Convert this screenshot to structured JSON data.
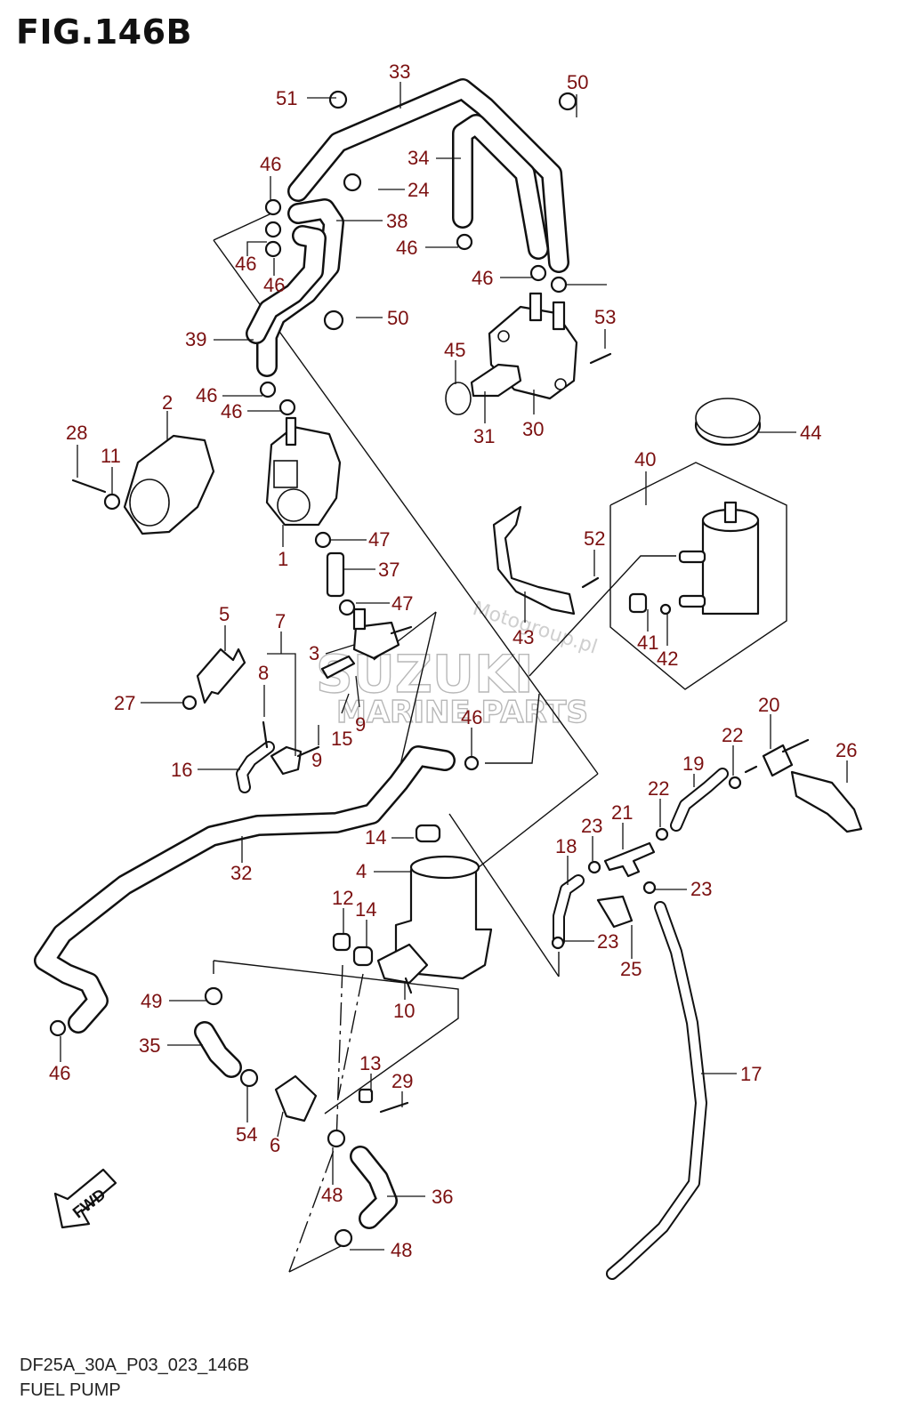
{
  "figure": {
    "title": "FIG.146B",
    "code": "DF25A_30A_P03_023_146B",
    "name": "FUEL PUMP",
    "direction_label": "FWD"
  },
  "watermark": {
    "brand": "SUZUKI",
    "line2": "MARINE PARTS",
    "tag": "Motogroup.pl"
  },
  "colors": {
    "callout": "#7b1010",
    "line": "#111111",
    "watermark": "#b8b8b8"
  },
  "callouts": [
    "51",
    "33",
    "50",
    "34",
    "24",
    "46",
    "38",
    "46",
    "46",
    "46",
    "46",
    "50",
    "53",
    "39",
    "46",
    "46",
    "45",
    "31",
    "30",
    "44",
    "2",
    "28",
    "11",
    "1",
    "47",
    "37",
    "40",
    "52",
    "47",
    "5",
    "7",
    "3",
    "8",
    "43",
    "41",
    "42",
    "27",
    "9",
    "15",
    "9",
    "46",
    "20",
    "26",
    "16",
    "22",
    "19",
    "22",
    "21",
    "23",
    "32",
    "14",
    "18",
    "23",
    "4",
    "12",
    "14",
    "23",
    "25",
    "49",
    "10",
    "13",
    "29",
    "17",
    "35",
    "54",
    "6",
    "48",
    "36",
    "48",
    "46"
  ]
}
